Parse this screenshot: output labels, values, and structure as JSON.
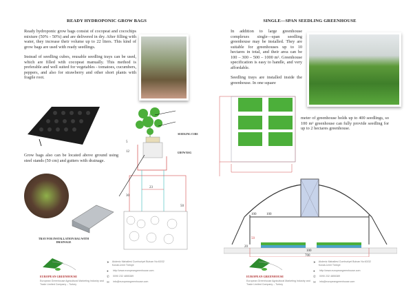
{
  "left": {
    "title": "READY HYDROPONIC GROW BAGS",
    "para1": "Ready hydroponic grow bags consist of cocopeat and cocochips mixture (50% - 50%) and are delivered in dry. After filling with water, they increase their volume up to 22 liters. This kind of grow bags are used with ready seedlings.",
    "para2": "Instead of seedling cubes, reusable seedling trays can be used, which are filled with cocopeat manually. This method is preferable and well suited for vegetables - tomatoes, cucumbers, peppers, and also for strawberry and other short plants with fragile root.",
    "para3": "Grow bags also can be located above ground using steel stands (50 cm) and gutters with drainage.",
    "tray_caption": "TRAY FOR INSTALLATION BAG WITH DRAINAGE",
    "label_cube": "SEEDLING CUBE",
    "label_bag": "GROW BAG",
    "dims": [
      "5",
      "12",
      "23",
      "30",
      "50"
    ]
  },
  "right": {
    "title": "SINGLE—SPAN SEEDLING GREENHOUSE",
    "para1": "In addition to large greenhouse complexes single—span seedling greenhouse may be installed. They are suitable for greenhouses up to 10 hectares in total, and their area can be 100 – 300 – 500 – 1000 m². Greenhouse specification is easy to handle, and very affordable.",
    "para2": "Seedling trays are installed inside the greenhouse. In one square",
    "para3": "meter of greenhouse holds up to 400 seedlings, so 100 m² greenhouse can fully provide seedling for up to 2 hectares greenhouse.",
    "dims": [
      "100",
      "100",
      "50",
      "20",
      "100",
      "700"
    ]
  },
  "footer": {
    "brand": "EUROPEAN GREENHOUSE",
    "company": "European Greenhouse Agricultural Marketing Industry and Trade Limited Company – Turkey",
    "address": "Akdeniz Mahallesi Cumhuriyet Bulvarı No:63/32 Konak-İzmir Türkiye",
    "web": "http://www.europeangreenhouse.com",
    "phone": "0090 232 4855389",
    "email": "info@europeangreenhouse.com",
    "icons": [
      "location-icon",
      "globe-icon",
      "phone-icon",
      "mail-icon"
    ]
  },
  "colors": {
    "green": "#4caf3a",
    "red": "#d24a4a",
    "brand": "#2e8b2e"
  }
}
